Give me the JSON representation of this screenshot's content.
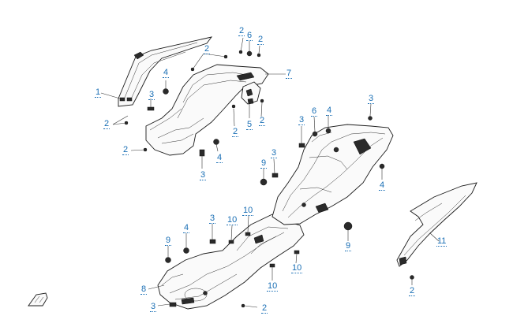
{
  "callouts": [
    {
      "id": "c1",
      "label": "1"
    },
    {
      "id": "c2a",
      "label": "2"
    },
    {
      "id": "c2b",
      "label": "2"
    },
    {
      "id": "c2c",
      "label": "2"
    },
    {
      "id": "c2d",
      "label": "2"
    },
    {
      "id": "c2e",
      "label": "2"
    },
    {
      "id": "c2f",
      "label": "2"
    },
    {
      "id": "c2g",
      "label": "2"
    },
    {
      "id": "c2h",
      "label": "2"
    },
    {
      "id": "c2i",
      "label": "2"
    },
    {
      "id": "c3a",
      "label": "3"
    },
    {
      "id": "c3b",
      "label": "3"
    },
    {
      "id": "c3c",
      "label": "3"
    },
    {
      "id": "c3d",
      "label": "3"
    },
    {
      "id": "c3e",
      "label": "3"
    },
    {
      "id": "c3f",
      "label": "3"
    },
    {
      "id": "c3g",
      "label": "3"
    },
    {
      "id": "c4a",
      "label": "4"
    },
    {
      "id": "c4b",
      "label": "4"
    },
    {
      "id": "c4c",
      "label": "4"
    },
    {
      "id": "c4d",
      "label": "4"
    },
    {
      "id": "c4e",
      "label": "4"
    },
    {
      "id": "c5",
      "label": "5"
    },
    {
      "id": "c6a",
      "label": "6"
    },
    {
      "id": "c6b",
      "label": "6"
    },
    {
      "id": "c7",
      "label": "7"
    },
    {
      "id": "c8",
      "label": "8"
    },
    {
      "id": "c9a",
      "label": "9"
    },
    {
      "id": "c9b",
      "label": "9"
    },
    {
      "id": "c9c",
      "label": "9"
    },
    {
      "id": "c10a",
      "label": "10"
    },
    {
      "id": "c10b",
      "label": "10"
    },
    {
      "id": "c10c",
      "label": "10"
    },
    {
      "id": "c10d",
      "label": "10"
    },
    {
      "id": "c11",
      "label": "11"
    }
  ]
}
